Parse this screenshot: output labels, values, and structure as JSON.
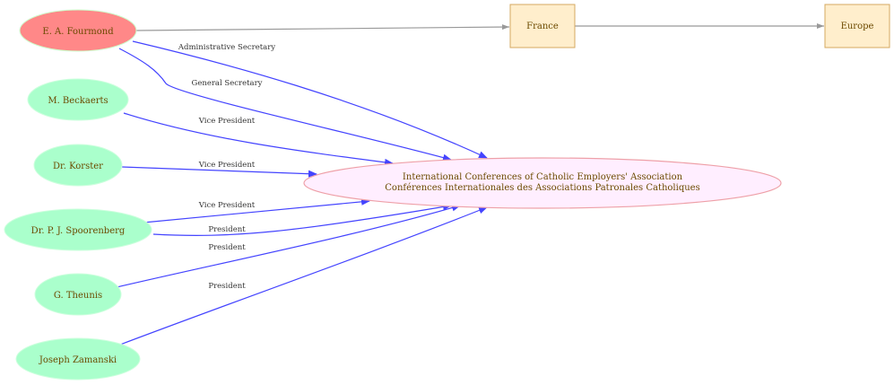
{
  "nodes": {
    "fourmond": "E. A. Fourmond",
    "beckaerts": "M. Beckaerts",
    "korster": "Dr. Korster",
    "spoorenberg": "Dr. P. J. Spoorenberg",
    "theunis": "G. Theunis",
    "zamanski": "Joseph Zamanski",
    "org_line1": "International Conferences of Catholic Employers' Association",
    "org_line2": "Conférences Internationales des Associations Patronales Catholiques",
    "france": "France",
    "europe": "Europe"
  },
  "edges": {
    "admin_secretary": "Administrative Secretary",
    "general_secretary": "General Secretary",
    "beckaerts_role": "Vice President",
    "korster_role": "Vice President",
    "spoorenberg_vp": "Vice President",
    "spoorenberg_president": "President",
    "theunis_role": "President",
    "zamanski_role": "President"
  },
  "colors": {
    "highlight_node": "#ff8888",
    "person_node": "#aaffcc",
    "org_node": "#ffeeff",
    "place_node": "#ffeecc",
    "relation_edge": "#4444ff",
    "location_edge": "#999999"
  }
}
